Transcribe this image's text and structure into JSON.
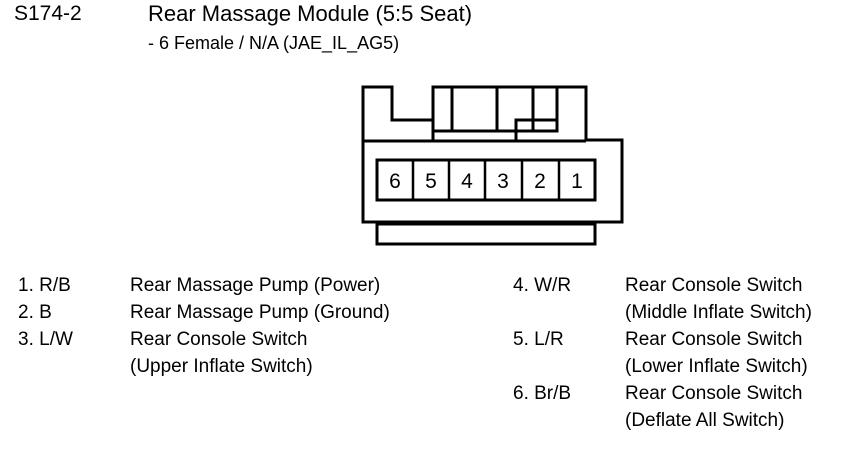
{
  "header": {
    "connector_id": "S174-2",
    "title": "Rear Massage Module (5:5 Seat)",
    "subtitle": "- 6 Female / N/A (JAE_IL_AG5)"
  },
  "connector": {
    "name": "connector-face-diagram",
    "cavity_count": 6,
    "cavity_labels": [
      "6",
      "5",
      "4",
      "3",
      "2",
      "1"
    ],
    "outline_color": "#000000",
    "fill_color": "#ffffff"
  },
  "legend": {
    "left_column": [
      {
        "pin": "1. R/B",
        "lines": [
          "Rear Massage Pump (Power)"
        ]
      },
      {
        "pin": "2. B",
        "lines": [
          "Rear Massage Pump (Ground)"
        ]
      },
      {
        "pin": "3. L/W",
        "lines": [
          "Rear Console Switch",
          "(Upper Inflate Switch)"
        ]
      }
    ],
    "right_column": [
      {
        "pin": "4. W/R",
        "lines": [
          "Rear Console Switch",
          "(Middle Inflate Switch)"
        ]
      },
      {
        "pin": "5. L/R",
        "lines": [
          "Rear Console Switch",
          "(Lower Inflate Switch)"
        ]
      },
      {
        "pin": "6. Br/B",
        "lines": [
          "Rear Console Switch",
          "(Deflate All Switch)"
        ]
      }
    ]
  }
}
